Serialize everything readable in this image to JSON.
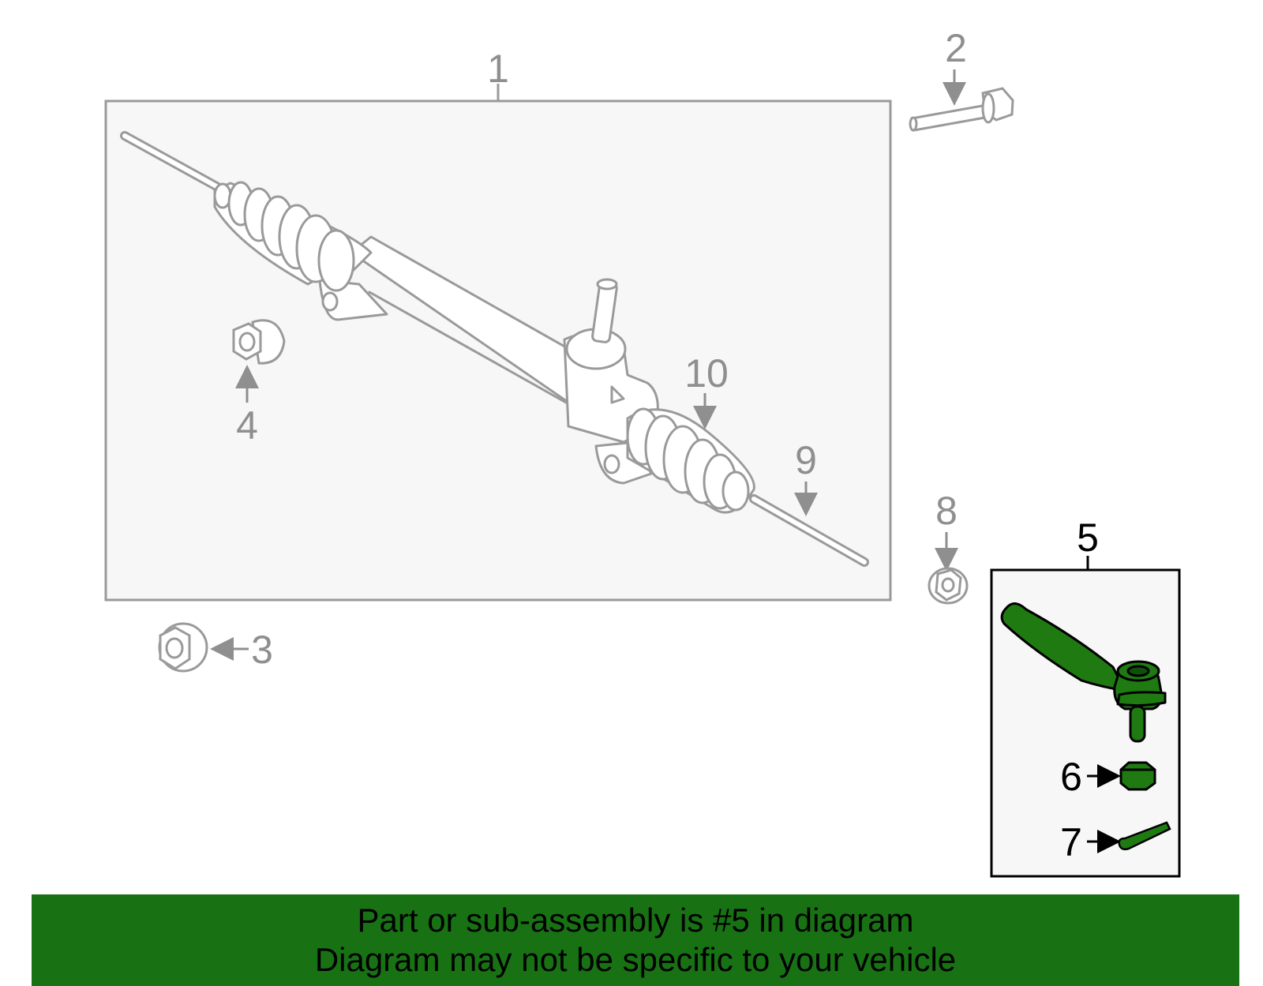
{
  "callouts": {
    "c1": "1",
    "c2": "2",
    "c3": "3",
    "c4": "4",
    "c5": "5",
    "c6": "6",
    "c7": "7",
    "c8": "8",
    "c9": "9",
    "c10": "10"
  },
  "banner": {
    "line1": "Part or sub-assembly is #5 in diagram",
    "line2": "Diagram may not be specific to your vehicle"
  },
  "colors": {
    "highlight_green": "#187214",
    "part_green": "#1f7a12",
    "line_gray": "#9a9a9a",
    "box_fill": "#f7f7f7"
  }
}
